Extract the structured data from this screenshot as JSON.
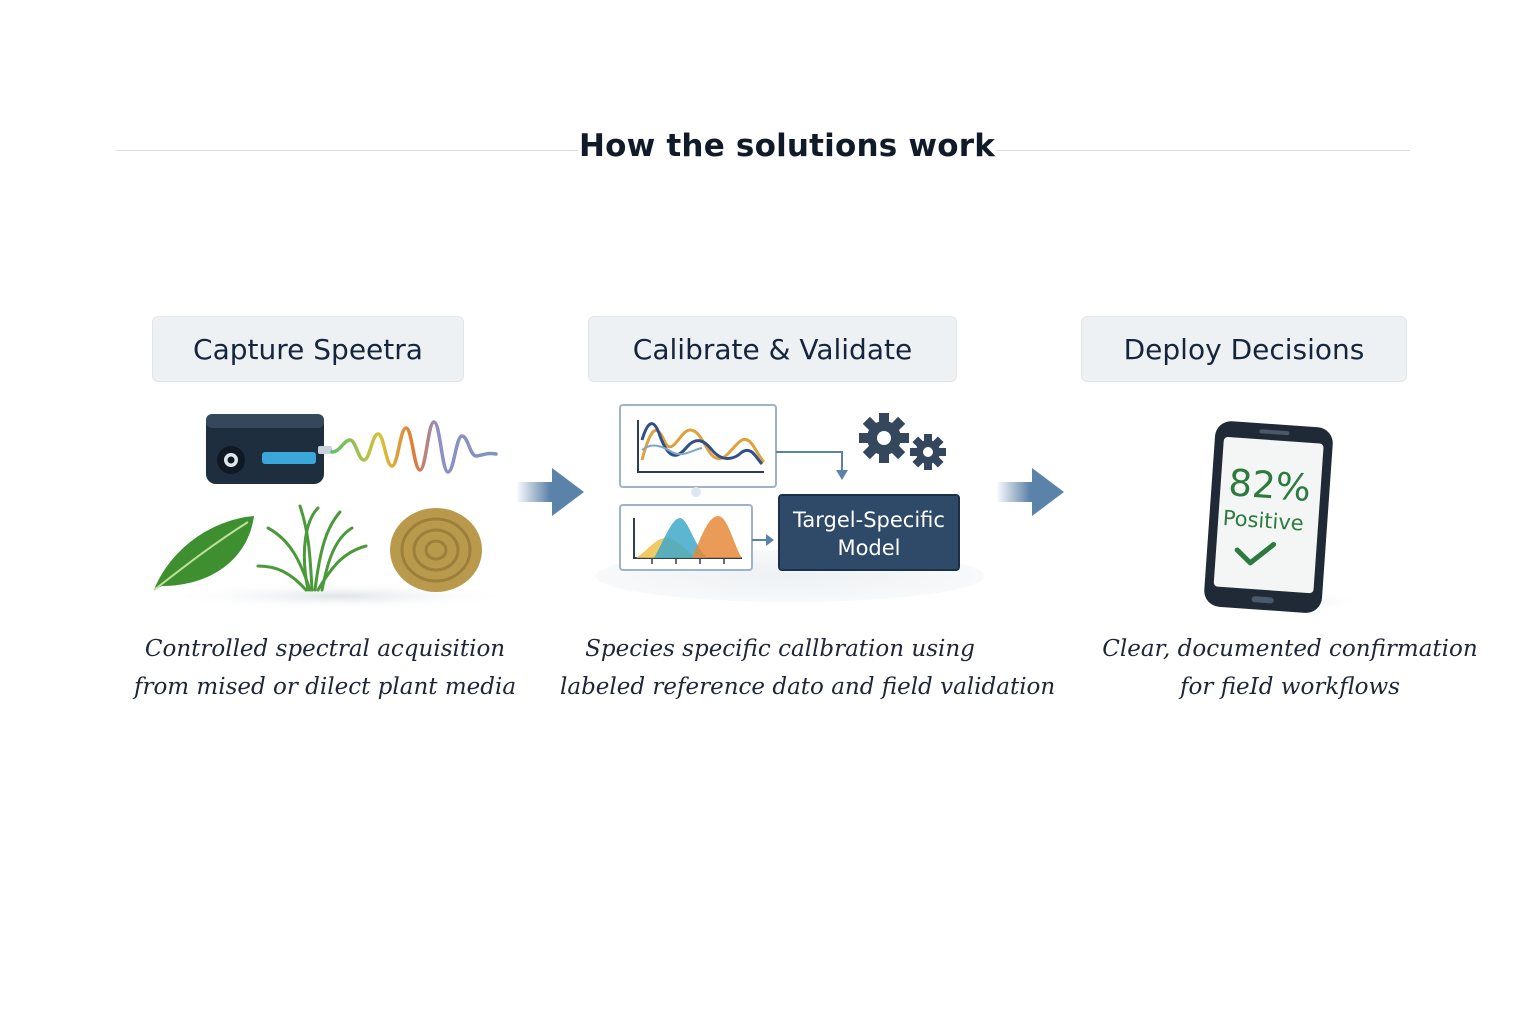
{
  "title": "How the solutions work",
  "steps": [
    {
      "header": "Capture Speetra",
      "caption_lines": [
        "Controlled spectral acquisition",
        "from mised or dilect plant media"
      ]
    },
    {
      "header": "Calibrate & Validate",
      "model_label_lines": [
        "Targel-Specific",
        "Model"
      ],
      "caption_lines": [
        "Species  specific callbration using",
        "labeled reference dato and field validation"
      ]
    },
    {
      "header": "Deploy Decisions",
      "phone": {
        "percent": "82%",
        "status": "Positive"
      },
      "caption_lines": [
        "Clear, documented confirmation",
        "for fieId workflows"
      ]
    }
  ],
  "icons": {
    "step1": [
      "spectrometer-icon",
      "spectral-wave-icon",
      "leaf-icon",
      "grass-icon",
      "hay-bale-icon"
    ],
    "step2": [
      "line-chart-icon",
      "area-chart-icon",
      "gears-icon",
      "model-box-icon"
    ],
    "step3": [
      "smartphone-icon",
      "checkmark-icon"
    ],
    "flow": [
      "arrow-right-icon",
      "arrow-right-icon"
    ]
  },
  "colors": {
    "header_bg": "#eef1f4",
    "arrow": "#5b82a8",
    "model_box": "#2e4a68",
    "positive_green": "#2d7a3f",
    "title_text": "#111a28"
  }
}
